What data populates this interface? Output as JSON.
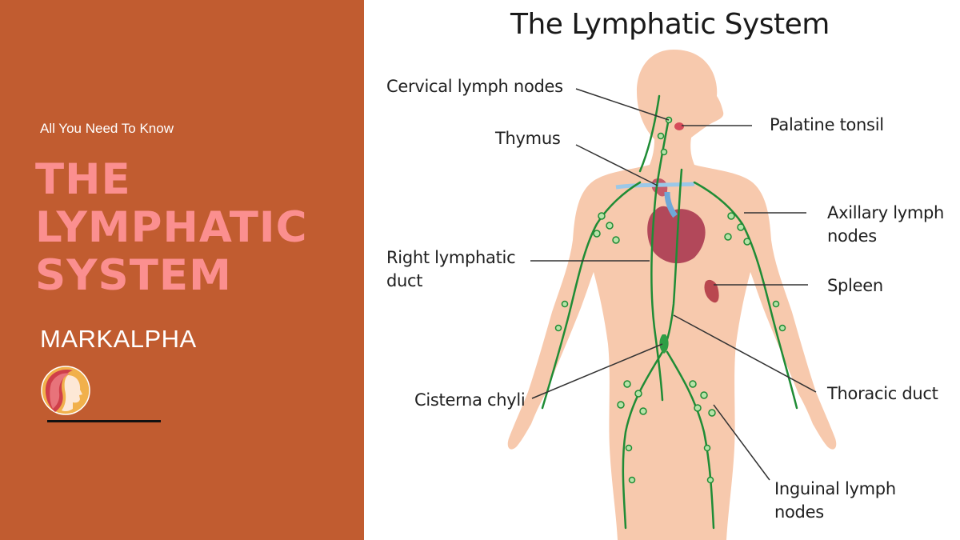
{
  "slide": {
    "kicker": "All You Need To Know",
    "headline": [
      "THE",
      "LYMPHATIC",
      "SYSTEM"
    ],
    "brand": "MARKALPHA",
    "logo_icon": "woman-profile-logo-icon"
  },
  "diagram": {
    "title": "The Lymphatic System",
    "labels": {
      "cervical": "Cervical lymph nodes",
      "thymus": "Thymus",
      "right_duct": [
        "Right lymphatic",
        "duct"
      ],
      "cisterna": "Cisterna chyli",
      "palatine": "Palatine tonsil",
      "axillary": [
        "Axillary lymph",
        "nodes"
      ],
      "spleen": "Spleen",
      "thoracic": "Thoracic duct",
      "inguinal": [
        "Inguinal lymph",
        "nodes"
      ]
    }
  },
  "colors": {
    "panel": "#c15c30",
    "headline": "#fb8f8f",
    "skin": "#f7c9ad",
    "lymph": "#1f8c35",
    "node": "#b7e3a8",
    "organ": "#b2485a"
  }
}
